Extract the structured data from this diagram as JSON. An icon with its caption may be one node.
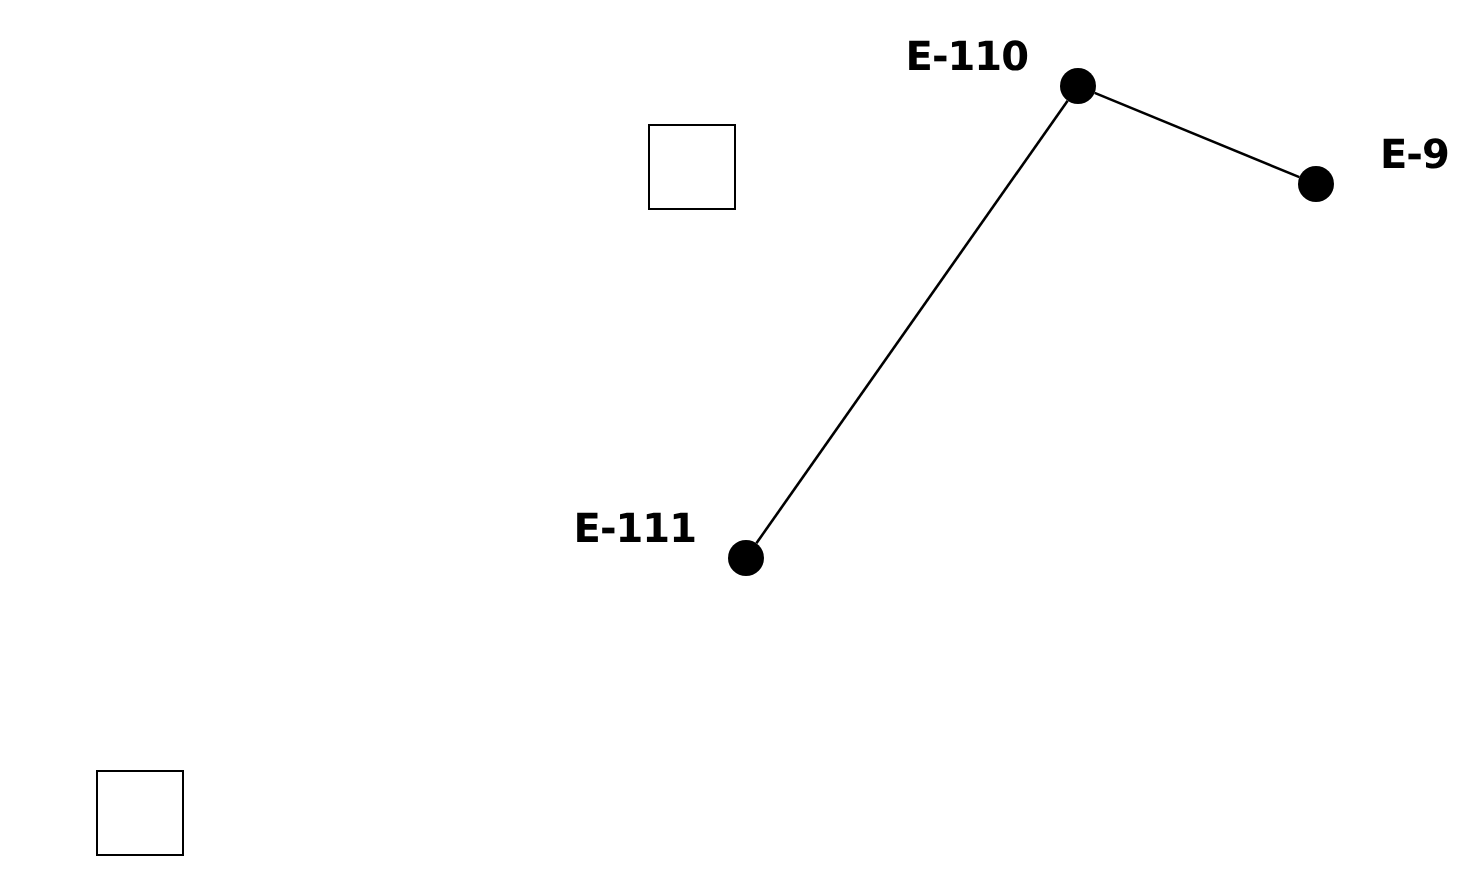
{
  "diagram": {
    "nodes": [
      {
        "text": [
          "E-110"
        ]
      },
      {
        "text": [],
        "shape": "box"
      },
      {
        "text": [
          "E-9"
        ]
      },
      {
        "text": [
          "E-111"
        ]
      },
      {
        "text": [],
        "shape": "box"
      }
    ],
    "edges": [
      {
        "from": 0,
        "to": 2,
        "arrow": "none"
      },
      {
        "from": 0,
        "to": 3,
        "arrow": "none"
      }
    ]
  }
}
